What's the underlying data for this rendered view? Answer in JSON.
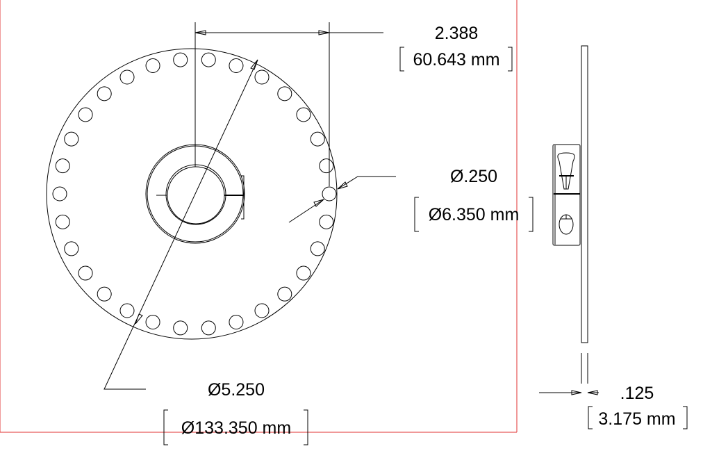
{
  "drawing": {
    "border_color": "#e03030",
    "bolt_hole_count": 30,
    "dimensions": {
      "hole_spacing": {
        "inch": "2.388",
        "mm": "60.643 mm"
      },
      "hole_diameter": {
        "inch": "Ø.250",
        "mm": "Ø6.350 mm"
      },
      "outer_diameter": {
        "inch": "Ø5.250",
        "mm": "Ø133.350 mm"
      },
      "thickness": {
        "inch": ".125",
        "mm": "3.175 mm"
      }
    }
  }
}
